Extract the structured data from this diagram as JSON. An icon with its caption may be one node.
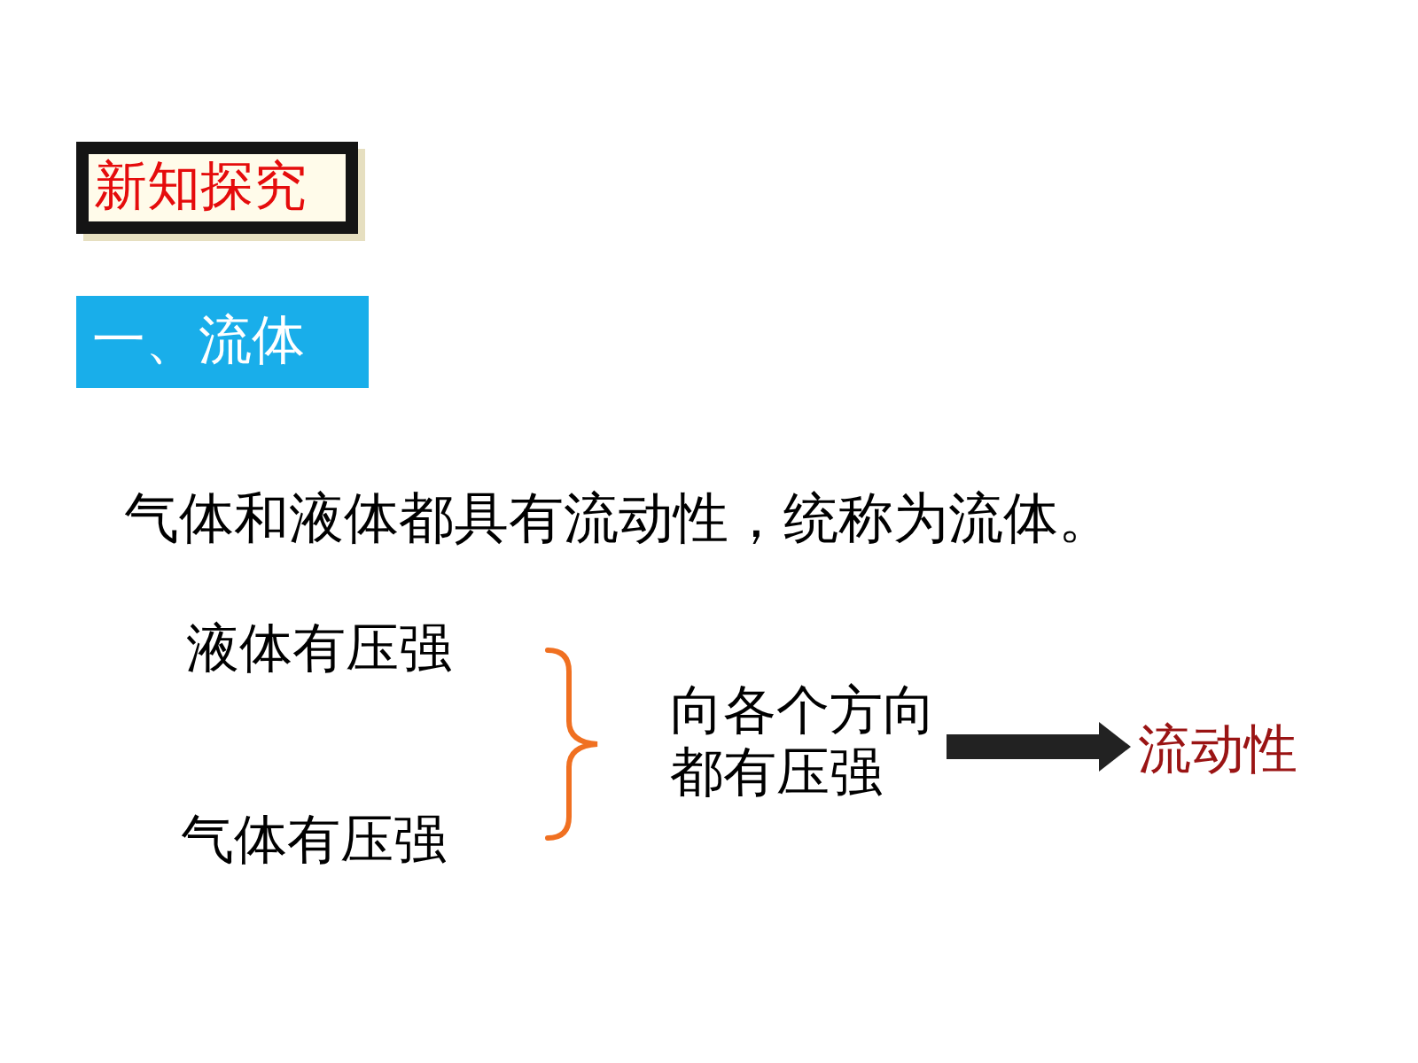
{
  "diagram": {
    "nodes": [
      {
        "text": [
          "新知探究"
        ]
      },
      {
        "text": [
          "一、流体"
        ]
      },
      {
        "text": [
          "向各个方向都有压强"
        ]
      },
      {
        "text": [
          "流动性"
        ]
      }
    ],
    "edges": [
      {
        "from": 2,
        "to": 3,
        "arrow": "to"
      }
    ],
    "labels": [
      "气体和液体都具有流动性，统称为流体。",
      "液体有压强",
      "气体有压强"
    ]
  }
}
